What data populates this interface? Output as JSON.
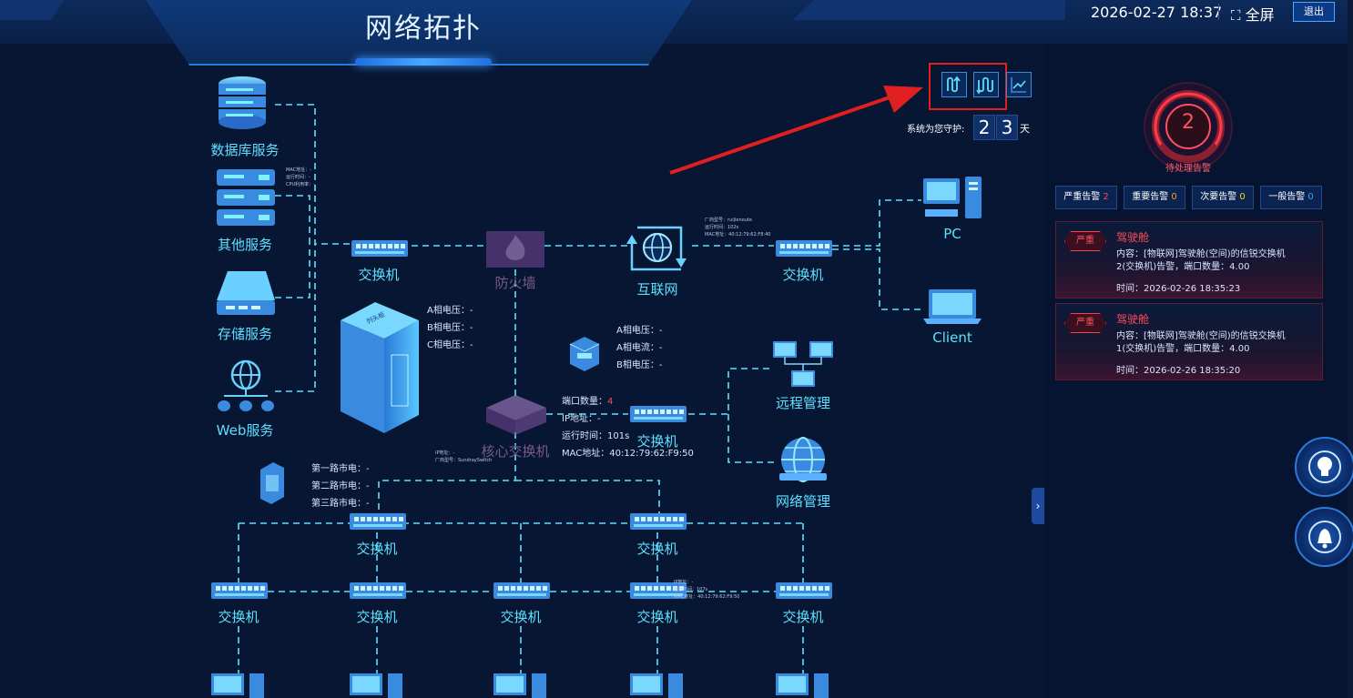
{
  "header": {
    "title": "网络拓扑",
    "datetime": "2026-02-27  18:37",
    "fullscreen_label": "全屏",
    "exit_label": "退出",
    "tool_icons": [
      "app-icon",
      "shield-star-icon",
      "alarm-person-icon"
    ]
  },
  "guard": {
    "label": "系统为您守护:",
    "digits": [
      "2",
      "3"
    ],
    "unit": "天"
  },
  "topology": {
    "nodes": {
      "database": "数据库服务",
      "other": "其他服务",
      "storage": "存储服务",
      "web": "Web服务",
      "firewall": "防火墙",
      "internet": "互联网",
      "core_switch": "核心交换机",
      "pc": "PC",
      "client": "Client",
      "remote": "远程管理",
      "network_mgmt": "网络管理",
      "switch": "交换机",
      "cabinet": "列头柜"
    },
    "server_info": [
      "MAC地址：-",
      "运行时间：-",
      "CPU利用率：-"
    ],
    "cabinet_phase": [
      "A相电压：-",
      "B相电压：-",
      "C相电压：-"
    ],
    "meter_info": [
      "A相电压：-",
      "A相电流：-",
      "B相电压：-"
    ],
    "utility_power": [
      "第一路市电：-",
      "第二路市电：-",
      "第三路市电：-"
    ],
    "switch_detail": {
      "port_label": "端口数量：",
      "port_value": "4",
      "ip_label": "IP地址：",
      "ip_value": "-",
      "uptime_label": "运行时间：",
      "uptime_value": "101s",
      "mac_label": "MAC地址：",
      "mac_value": "40:12:79:62:F9:50"
    },
    "internet_info": [
      "厂商型号：ruijienoute",
      "运行时间：102s",
      "MAC地址：40:12:79:62:F8:40"
    ],
    "core_info": [
      "IP地址：-",
      "厂商型号：SundraySwitch"
    ],
    "switch_small_info": [
      "IP地址：-",
      "运行时间：107s",
      "MAC地址：40:12:79:62:F9:50"
    ]
  },
  "alarm": {
    "count": "2",
    "title": "待处理告警",
    "levels": [
      {
        "label": "严重告警",
        "count": "2",
        "color": "#ff4a5a"
      },
      {
        "label": "重要告警",
        "count": "0",
        "color": "#ffa020"
      },
      {
        "label": "次要告警",
        "count": "0",
        "color": "#ffd020"
      },
      {
        "label": "一般告警",
        "count": "0",
        "color": "#3aa0ff"
      }
    ],
    "cards": [
      {
        "badge": "严重",
        "name": "驾驶舱",
        "content": "内容：[物联网]驾驶舱(空间)的信锐交换机2(交换机)告警，端口数量：4.00",
        "time": "时间：2026-02-26 18:35:23"
      },
      {
        "badge": "严重",
        "name": "驾驶舱",
        "content": "内容：[物联网]驾驶舱(空间)的信锐交换机1(交换机)告警，端口数量：4.00",
        "time": "时间：2026-02-26 18:35:20"
      }
    ]
  },
  "colors": {
    "background": "#071633",
    "accent": "#5de0ff",
    "line": "#5de0ff",
    "alarm": "#ff4a5a",
    "highlight": "#e02020"
  }
}
